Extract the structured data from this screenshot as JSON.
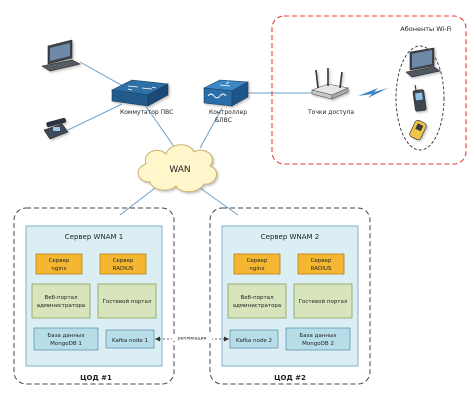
{
  "wifi_zone": {
    "title": "Абоненты Wi-Fi"
  },
  "devices": {
    "switch_label": "Коммутатор ПВС",
    "controller_label_line1": "Контроллер",
    "controller_label_line2": "БЛВС",
    "access_point_label": "Точки доступа"
  },
  "wan": {
    "label": "WAN"
  },
  "dc1": {
    "title": "ЦОД #1",
    "server_title": "Сервер WNAM 1",
    "nginx": [
      "Сервер",
      "nginx"
    ],
    "radius": [
      "Сервер",
      "RADIUS"
    ],
    "web_portal": [
      "Веб-портал",
      "администратора"
    ],
    "guest_portal": "Гостевой портал",
    "db": [
      "База данных",
      "MongoDB 1"
    ],
    "kafka": "Kafka node 1"
  },
  "dc2": {
    "title": "ЦОД #2",
    "server_title": "Сервер WNAM 2",
    "nginx": [
      "Сервер",
      "nginx"
    ],
    "radius": [
      "Сервер",
      "RADIUS"
    ],
    "web_portal": [
      "Веб-портал",
      "администратора"
    ],
    "guest_portal": "Гостевой портал",
    "kafka": "Kafka node 2",
    "db": [
      "База данных",
      "MongoDB 2"
    ]
  },
  "replication_label": "репликация",
  "colors": {
    "server_fill": "#dbeef4",
    "server_stroke": "#7fb3c8",
    "orange_fill": "#f5b731",
    "green_fill": "#d8e4bc",
    "blue_fill": "#b7dde8",
    "wifi_border": "#e0403a",
    "device_blue": "#2a6fa8"
  }
}
